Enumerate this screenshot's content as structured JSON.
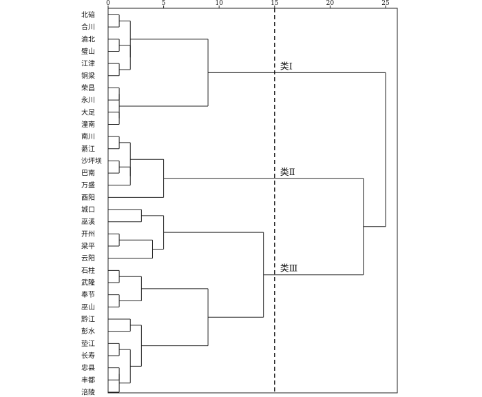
{
  "colors": {
    "ink": "#222222",
    "background": "#ffffff"
  },
  "axis": {
    "min": 0,
    "max": 25,
    "ticks": [
      {
        "value": 0,
        "label": "0"
      },
      {
        "value": 5,
        "label": "5"
      },
      {
        "value": 10,
        "label": "10"
      },
      {
        "value": 15,
        "label": "15"
      },
      {
        "value": 20,
        "label": "20"
      },
      {
        "value": 25,
        "label": "25"
      }
    ]
  },
  "cut_line": {
    "value": 15
  },
  "leaves": [
    "北碚",
    "合川",
    "渝北",
    "璧山",
    "江津",
    "铜梁",
    "荣昌",
    "永川",
    "大足",
    "潼南",
    "南川",
    "綦江",
    "沙坪坝",
    "巴南",
    "万盛",
    "酉阳",
    "城口",
    "巫溪",
    "开州",
    "梁平",
    "云阳",
    "石柱",
    "武隆",
    "奉节",
    "巫山",
    "黔江",
    "彭水",
    "垫江",
    "长寿",
    "忠县",
    "丰都",
    "涪陵"
  ],
  "merges": [
    {
      "a": "L0",
      "b": "L1",
      "h": 1
    },
    {
      "a": "L2",
      "b": "L3",
      "h": 1
    },
    {
      "a": "L4",
      "b": "L5",
      "h": 1
    },
    {
      "a": "M1",
      "b": "M2",
      "h": 2
    },
    {
      "a": "M0",
      "b": "M3",
      "h": 2
    },
    {
      "a": "L6",
      "b": "L7",
      "h": 1
    },
    {
      "a": "L8",
      "b": "L9",
      "h": 1
    },
    {
      "a": "M5",
      "b": "M6",
      "h": 1
    },
    {
      "a": "M4",
      "b": "M7",
      "h": 9
    },
    {
      "a": "L10",
      "b": "L11",
      "h": 1
    },
    {
      "a": "L12",
      "b": "L13",
      "h": 1
    },
    {
      "a": "M10",
      "b": "L14",
      "h": 2
    },
    {
      "a": "M9",
      "b": "M11",
      "h": 2
    },
    {
      "a": "M12",
      "b": "L15",
      "h": 5
    },
    {
      "a": "L16",
      "b": "L17",
      "h": 3
    },
    {
      "a": "L18",
      "b": "L19",
      "h": 1
    },
    {
      "a": "M15",
      "b": "L20",
      "h": 4
    },
    {
      "a": "M14",
      "b": "M16",
      "h": 5
    },
    {
      "a": "L21",
      "b": "L22",
      "h": 1
    },
    {
      "a": "L23",
      "b": "L24",
      "h": 1
    },
    {
      "a": "M18",
      "b": "M19",
      "h": 3
    },
    {
      "a": "L25",
      "b": "L26",
      "h": 2
    },
    {
      "a": "L27",
      "b": "L28",
      "h": 1
    },
    {
      "a": "L29",
      "b": "L30",
      "h": 1
    },
    {
      "a": "M23",
      "b": "L31",
      "h": 1
    },
    {
      "a": "M22",
      "b": "M24",
      "h": 2
    },
    {
      "a": "M21",
      "b": "M25",
      "h": 3
    },
    {
      "a": "M20",
      "b": "M26",
      "h": 9
    },
    {
      "a": "M17",
      "b": "M27",
      "h": 14
    },
    {
      "a": "M13",
      "b": "M28",
      "h": 23
    },
    {
      "a": "M8",
      "b": "M29",
      "h": 25
    }
  ],
  "cluster_labels": [
    {
      "text": "类Ⅰ",
      "node": "M8"
    },
    {
      "text": "类Ⅱ",
      "node": "M13"
    },
    {
      "text": "类Ⅲ",
      "node": "M28"
    }
  ]
}
